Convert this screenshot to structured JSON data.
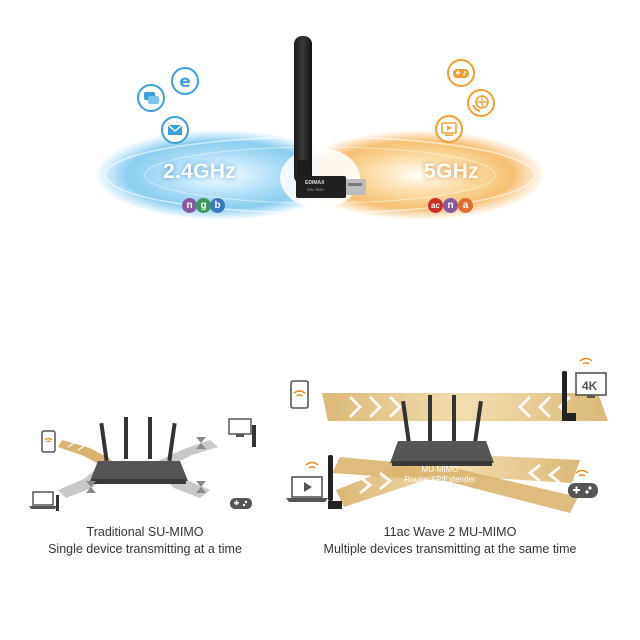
{
  "top": {
    "band_24": "2.4GHz",
    "band_5": "5GHz",
    "badges_24": [
      {
        "text": "n",
        "color": "#8a5aa0"
      },
      {
        "text": "g",
        "color": "#3a9a5a"
      },
      {
        "text": "b",
        "color": "#3a7ac0"
      }
    ],
    "badges_5": [
      {
        "text": "ac",
        "color": "#c8322a"
      },
      {
        "text": "n",
        "color": "#8a5aa0"
      },
      {
        "text": "a",
        "color": "#e07030"
      }
    ],
    "dongle_brand": "EDIMAX",
    "dongle_model": "EW-7833"
  },
  "su": {
    "caption_line1": "Traditional SU-MIMO",
    "caption_line2": "Single device transmitting at a time"
  },
  "mu": {
    "label_line1": "MU-MIMO",
    "label_line2": "Router/AP/Extender",
    "tv_label": "4K",
    "caption_line1": "11ac Wave 2 MU-MIMO",
    "caption_line2": "Multiple devices transmitting at the same time"
  },
  "colors": {
    "blue_glow": "#6ec3ee",
    "orange_glow": "#f6b55a",
    "beam_gold": "#d9b56f",
    "beam_gray": "#c8c8c8",
    "router": "#555555"
  }
}
